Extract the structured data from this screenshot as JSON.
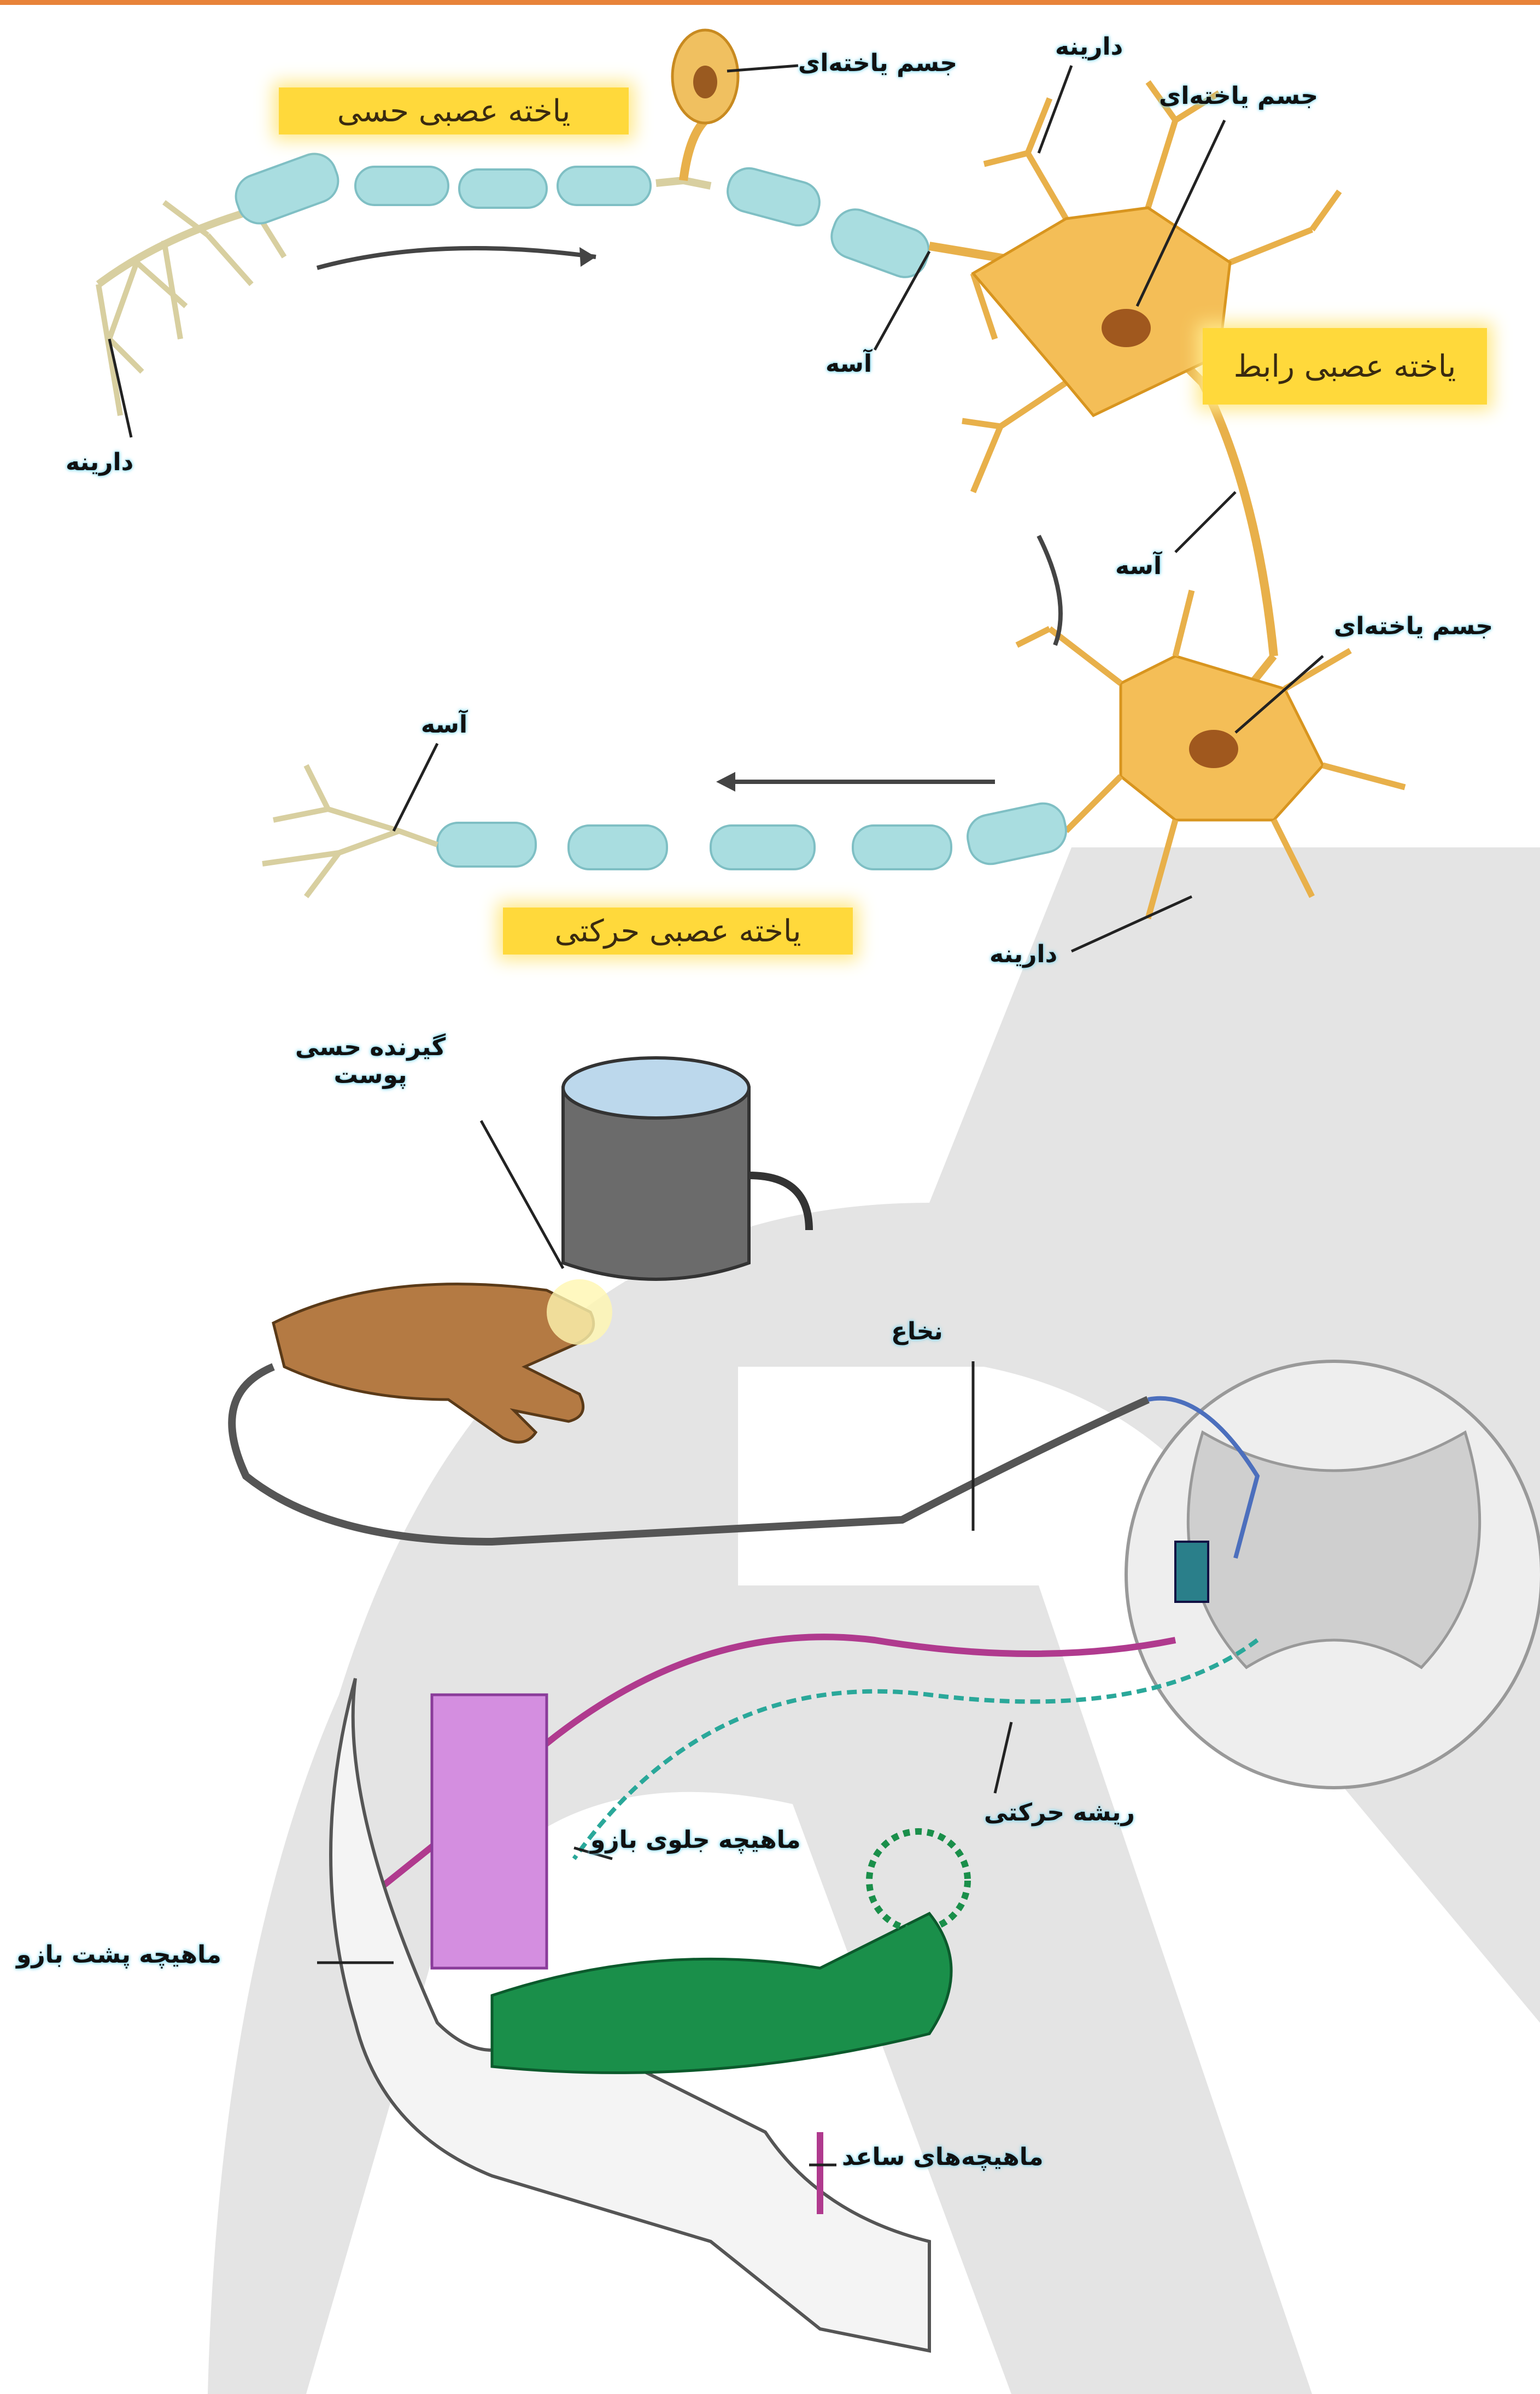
{
  "neuron_diagram": {
    "sensory_neuron_label": "یاخته عصبی حسی",
    "interneuron_label": "یاخته عصبی رابط",
    "motor_neuron_label": "یاخته عصبی حرکتی",
    "cell_body_label_sensory": "جسم یاخته‌ای",
    "cell_body_label_inter": "جسم یاخته‌ای",
    "cell_body_label_motor": "جسم یاخته‌ای",
    "dendrite_label_sensory": "دارینه",
    "dendrite_label_inter": "دارینه",
    "dendrite_label_motor": "دارینه",
    "axon_label_sensory": "آسه",
    "axon_label_inter": "آسه",
    "axon_label_motor": "آسه"
  },
  "reflex_diagram": {
    "receptor_label": "گیرنده حسی\nپوست",
    "spinal_cord_label": "نخاع",
    "motor_root_label": "ریشه حرکتی",
    "biceps_label": "ماهیچه جلوی بازو",
    "triceps_label": "ماهیچه پشت بازو",
    "forearm_label": "ماهیچه‌های ساعد"
  },
  "colors": {
    "accent_bar": "#e8833a",
    "label_box": "#ffd93b",
    "neuron_body": "#f3b64a",
    "myelin": "#9fd6d9",
    "watermark": "#e4e4e4"
  }
}
